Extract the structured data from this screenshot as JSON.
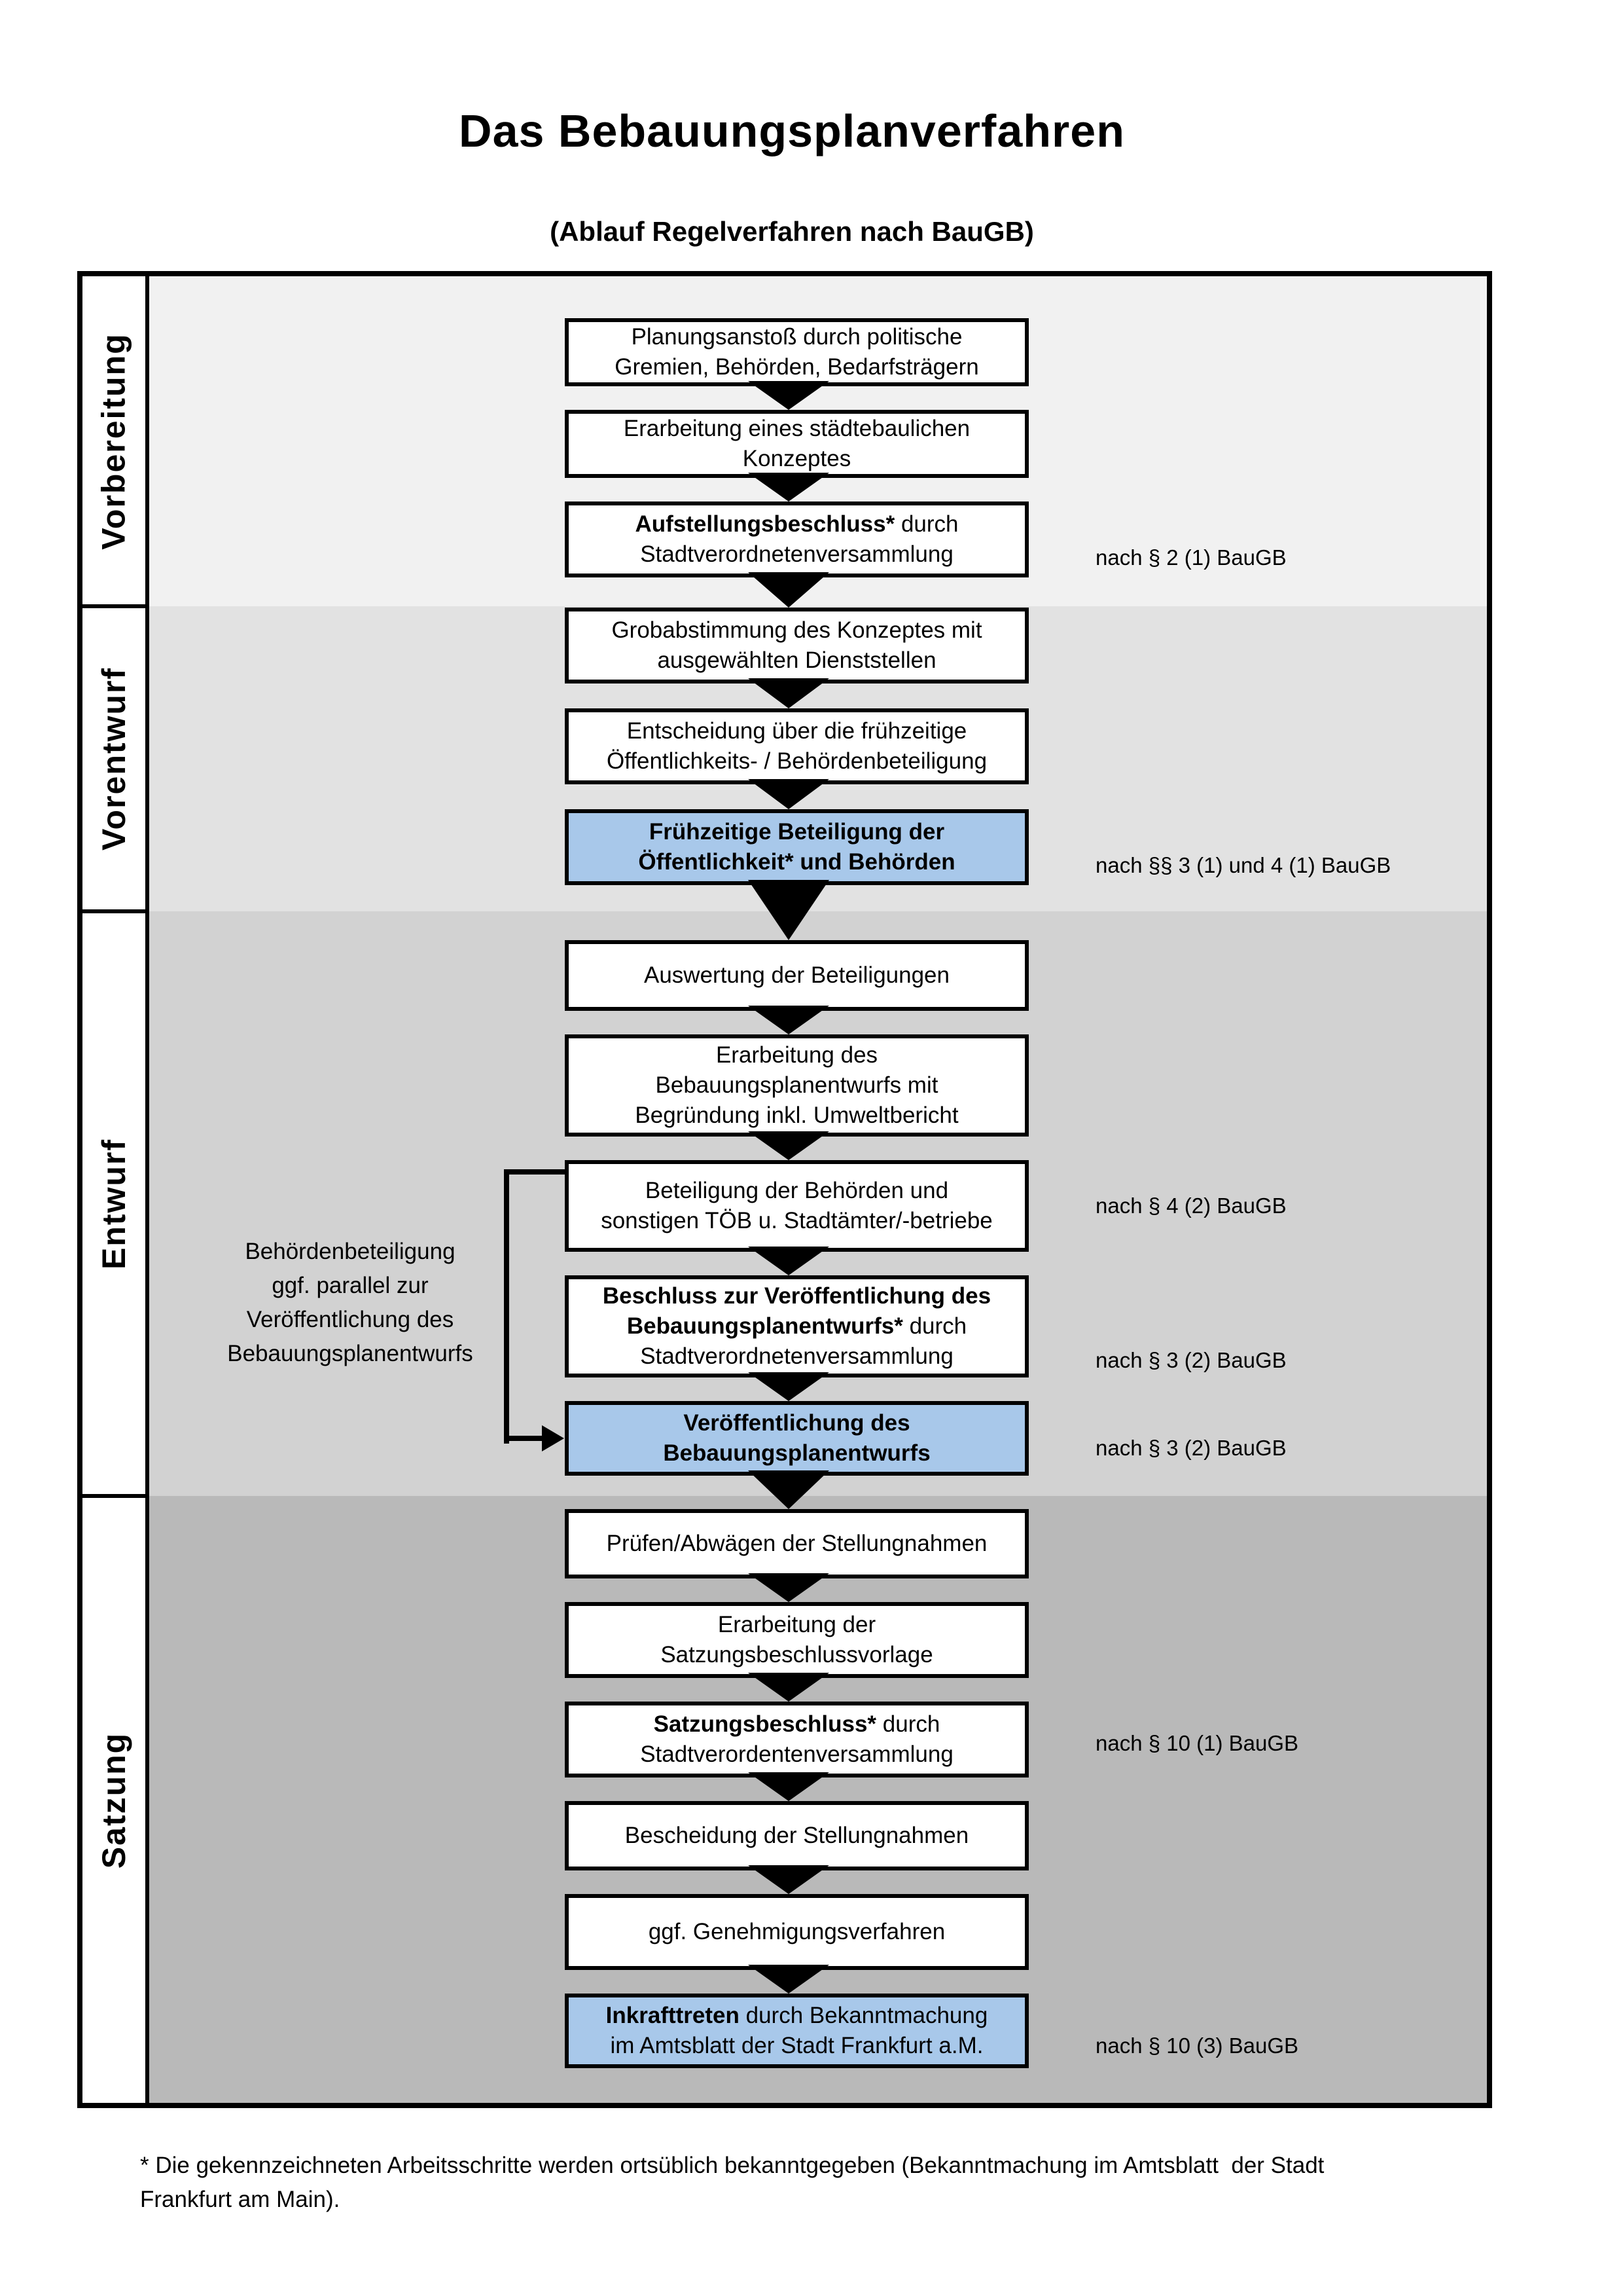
{
  "page": {
    "title": "Das Bebauungsplanverfahren",
    "subtitle": "(Ablauf Regelverfahren nach BauGB)"
  },
  "colors": {
    "section_vorbereitung_bg": "#f1f1f1",
    "section_vorentwurf_bg": "#e2e2e2",
    "section_entwurf_bg": "#d2d2d2",
    "section_satzung_bg": "#b9b9b9",
    "highlight_box_bg": "#a8c8ea",
    "box_border": "#000000"
  },
  "sections": [
    {
      "label": "Vorbereitung"
    },
    {
      "label": "Vorentwurf"
    },
    {
      "label": "Entwurf"
    },
    {
      "label": "Satzung"
    }
  ],
  "boxes": [
    {
      "lines": [
        {
          "segments": [
            {
              "text": "Planungsanstoß durch politische",
              "bold": false
            }
          ]
        },
        {
          "segments": [
            {
              "text": "Gremien, Behörden, Bedarfsträgern",
              "bold": false
            }
          ]
        }
      ]
    },
    {
      "lines": [
        {
          "segments": [
            {
              "text": "Erarbeitung eines städtebaulichen",
              "bold": false
            }
          ]
        },
        {
          "segments": [
            {
              "text": "Konzeptes",
              "bold": false
            }
          ]
        }
      ]
    },
    {
      "lines": [
        {
          "segments": [
            {
              "text": "Aufstellungsbeschluss*",
              "bold": true
            },
            {
              "text": " durch",
              "bold": false
            }
          ]
        },
        {
          "segments": [
            {
              "text": "Stadtverordnetenversammlung",
              "bold": false
            }
          ]
        }
      ]
    },
    {
      "lines": [
        {
          "segments": [
            {
              "text": "Grobabstimmung des Konzeptes mit",
              "bold": false
            }
          ]
        },
        {
          "segments": [
            {
              "text": "ausgewählten Dienststellen",
              "bold": false
            }
          ]
        }
      ]
    },
    {
      "lines": [
        {
          "segments": [
            {
              "text": "Entscheidung über die frühzeitige",
              "bold": false
            }
          ]
        },
        {
          "segments": [
            {
              "text": "Öffentlichkeits- / Behördenbeteiligung",
              "bold": false
            }
          ]
        }
      ]
    },
    {
      "highlighted": true,
      "lines": [
        {
          "segments": [
            {
              "text": "Frühzeitige Beteiligung der",
              "bold": true
            }
          ]
        },
        {
          "segments": [
            {
              "text": "Öffentlichkeit* und Behörden",
              "bold": true
            }
          ]
        }
      ]
    },
    {
      "lines": [
        {
          "segments": [
            {
              "text": "Auswertung der Beteiligungen",
              "bold": false
            }
          ]
        }
      ]
    },
    {
      "lines": [
        {
          "segments": [
            {
              "text": "Erarbeitung des",
              "bold": false
            }
          ]
        },
        {
          "segments": [
            {
              "text": "Bebauungsplanentwurfs mit",
              "bold": false
            }
          ]
        },
        {
          "segments": [
            {
              "text": "Begründung inkl. Umweltbericht",
              "bold": false
            }
          ]
        }
      ]
    },
    {
      "lines": [
        {
          "segments": [
            {
              "text": "Beteiligung der Behörden und",
              "bold": false
            }
          ]
        },
        {
          "segments": [
            {
              "text": "sonstigen TÖB u. Stadtämter/-betriebe",
              "bold": false
            }
          ]
        }
      ]
    },
    {
      "lines": [
        {
          "segments": [
            {
              "text": "Beschluss zur Veröffentlichung des",
              "bold": true
            }
          ]
        },
        {
          "segments": [
            {
              "text": "Bebauungsplanentwurfs*",
              "bold": true
            },
            {
              "text": " durch",
              "bold": false
            }
          ]
        },
        {
          "segments": [
            {
              "text": "Stadtverordnetenversammlung",
              "bold": false
            }
          ]
        }
      ]
    },
    {
      "highlighted": true,
      "lines": [
        {
          "segments": [
            {
              "text": "Veröffentlichung des",
              "bold": true
            }
          ]
        },
        {
          "segments": [
            {
              "text": "Bebauungsplanentwurfs",
              "bold": true
            }
          ]
        }
      ]
    },
    {
      "lines": [
        {
          "segments": [
            {
              "text": "Prüfen/Abwägen der Stellungnahmen",
              "bold": false
            }
          ]
        }
      ]
    },
    {
      "lines": [
        {
          "segments": [
            {
              "text": "Erarbeitung der",
              "bold": false
            }
          ]
        },
        {
          "segments": [
            {
              "text": "Satzungsbeschlussvorlage",
              "bold": false
            }
          ]
        }
      ]
    },
    {
      "lines": [
        {
          "segments": [
            {
              "text": "Satzungsbeschluss*",
              "bold": true
            },
            {
              "text": " durch",
              "bold": false
            }
          ]
        },
        {
          "segments": [
            {
              "text": "Stadtverordentenversammlung",
              "bold": false
            }
          ]
        }
      ]
    },
    {
      "lines": [
        {
          "segments": [
            {
              "text": "Bescheidung der Stellungnahmen",
              "bold": false
            }
          ]
        }
      ]
    },
    {
      "lines": [
        {
          "segments": [
            {
              "text": "ggf. Genehmigungsverfahren",
              "bold": false
            }
          ]
        }
      ]
    },
    {
      "highlighted": true,
      "lines": [
        {
          "segments": [
            {
              "text": "Inkrafttreten",
              "bold": true
            },
            {
              "text": " durch Bekanntmachung",
              "bold": false
            }
          ]
        },
        {
          "segments": [
            {
              "text": "im Amtsblatt der Stadt Frankfurt a.M.",
              "bold": false
            }
          ]
        }
      ]
    }
  ],
  "annotations": [
    {
      "text": "nach § 2 (1) BauGB"
    },
    {
      "text": "nach §§ 3 (1) und 4 (1) BauGB"
    },
    {
      "text": "nach § 4 (2) BauGB"
    },
    {
      "text": "nach § 3 (2) BauGB"
    },
    {
      "text": "nach § 3 (2) BauGB"
    },
    {
      "text": "nach § 10 (1) BauGB"
    },
    {
      "text": "nach § 10 (3) BauGB"
    }
  ],
  "side_note": {
    "lines": [
      "Behördenbeteiligung",
      "ggf. parallel zur",
      "Veröffentlichung des",
      "Bebauungsplanentwurfs"
    ]
  },
  "footer": {
    "lines": [
      "* Die gekennzeichneten Arbeitsschritte werden ortsüblich bekanntgegeben (Bekanntmachung im Amtsblatt  der Stadt",
      "Frankfurt am Main)."
    ]
  }
}
